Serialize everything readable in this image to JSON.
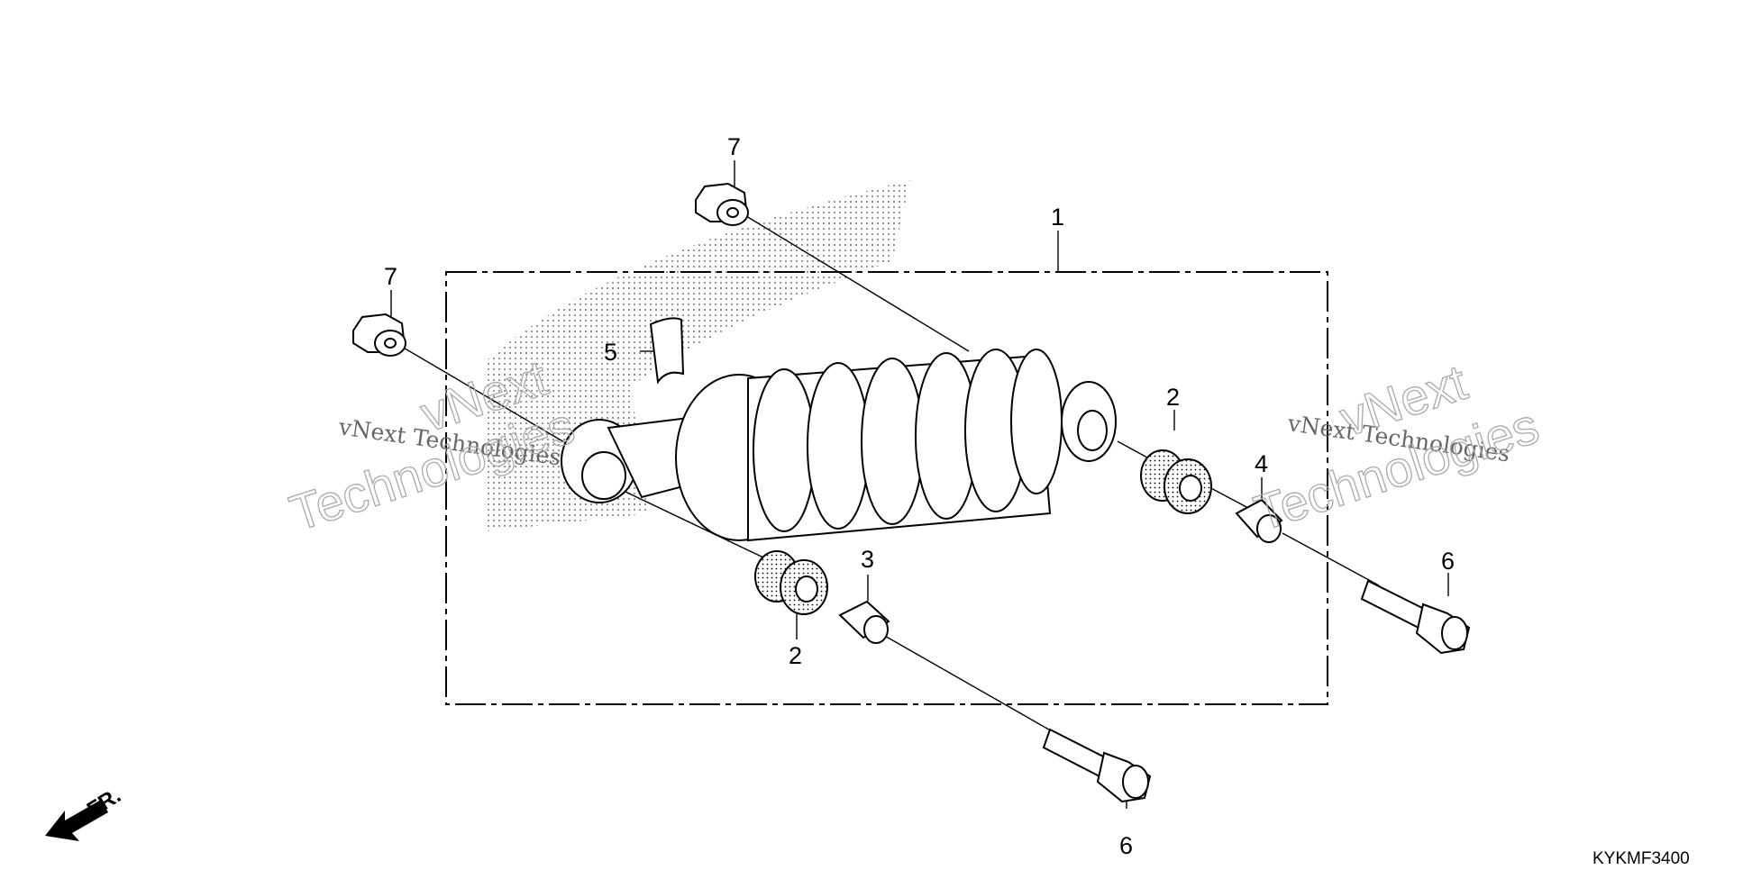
{
  "callouts": {
    "c1": "1",
    "c2a": "2",
    "c2b": "2",
    "c3": "3",
    "c4": "4",
    "c5": "5",
    "c6a": "6",
    "c6b": "6",
    "c7a": "7",
    "c7b": "7"
  },
  "watermark": {
    "small": "vNext Technologies",
    "big_line1": "vNext",
    "big_line2": "Technologies"
  },
  "direction_label": "FR.",
  "diagram_code": "KYKMF3400"
}
